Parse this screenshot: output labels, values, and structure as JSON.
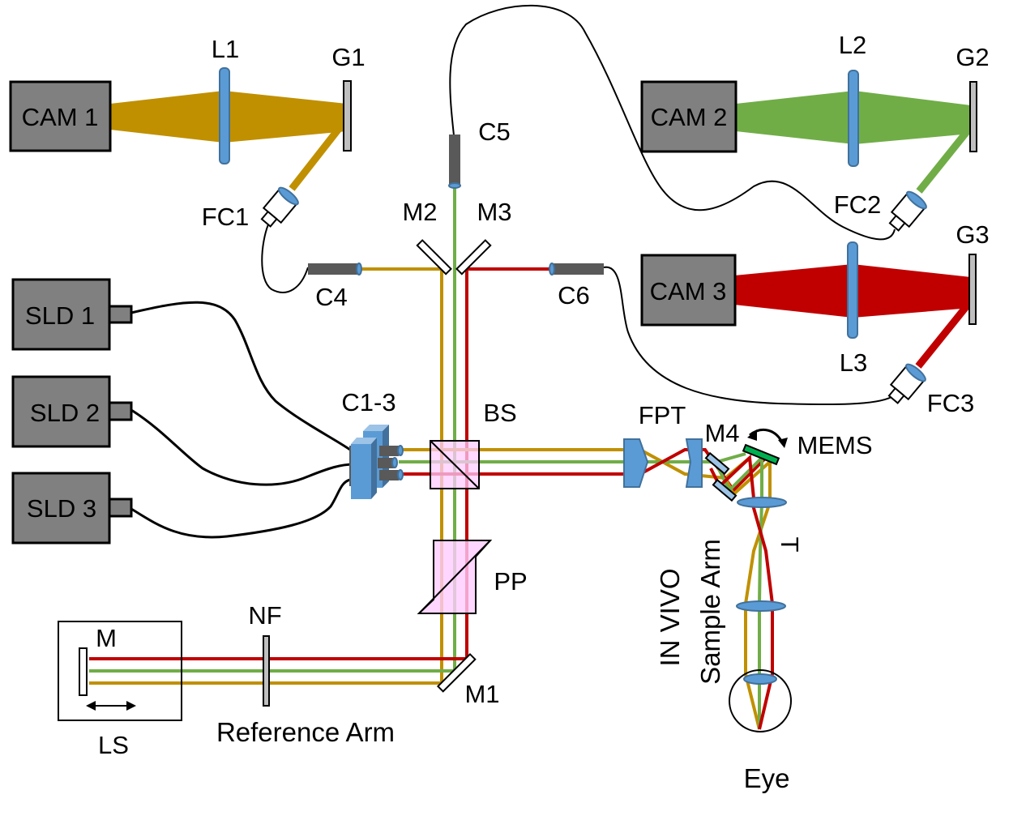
{
  "diagram": {
    "title": "Multi-wavelength OCT optical setup",
    "colors": {
      "beam1": "#c09000",
      "beam2": "#70ad47",
      "beam3": "#c00000",
      "lens": "#5b9bd5",
      "device_box": "#808080",
      "prism": "#ffccff",
      "mems_mirror": "#00b050"
    },
    "cameras": [
      {
        "id": "cam1",
        "label": "CAM  1"
      },
      {
        "id": "cam2",
        "label": "CAM  2"
      },
      {
        "id": "cam3",
        "label": "CAM  3"
      }
    ],
    "sources": [
      {
        "id": "sld1",
        "label": "SLD  1"
      },
      {
        "id": "sld2",
        "label": "SLD  2"
      },
      {
        "id": "sld3",
        "label": "SLD  3"
      }
    ],
    "labels": {
      "L1": "L1",
      "L2": "L2",
      "L3": "L3",
      "G1": "G1",
      "G2": "G2",
      "G3": "G3",
      "FC1": "FC1",
      "FC2": "FC2",
      "FC3": "FC3",
      "C1_3": "C1-3",
      "C4": "C4",
      "C5": "C5",
      "C6": "C6",
      "M": "M",
      "M1": "M1",
      "M2": "M2",
      "M3": "M3",
      "M4": "M4",
      "MEMS": "MEMS",
      "BS": "BS",
      "PP": "PP",
      "NF": "NF",
      "LS": "LS",
      "FPT": "FPT",
      "T": "T",
      "reference_arm": "Reference Arm",
      "in_vivo": "IN VIVO",
      "sample_arm": "Sample Arm",
      "eye": "Eye"
    }
  }
}
